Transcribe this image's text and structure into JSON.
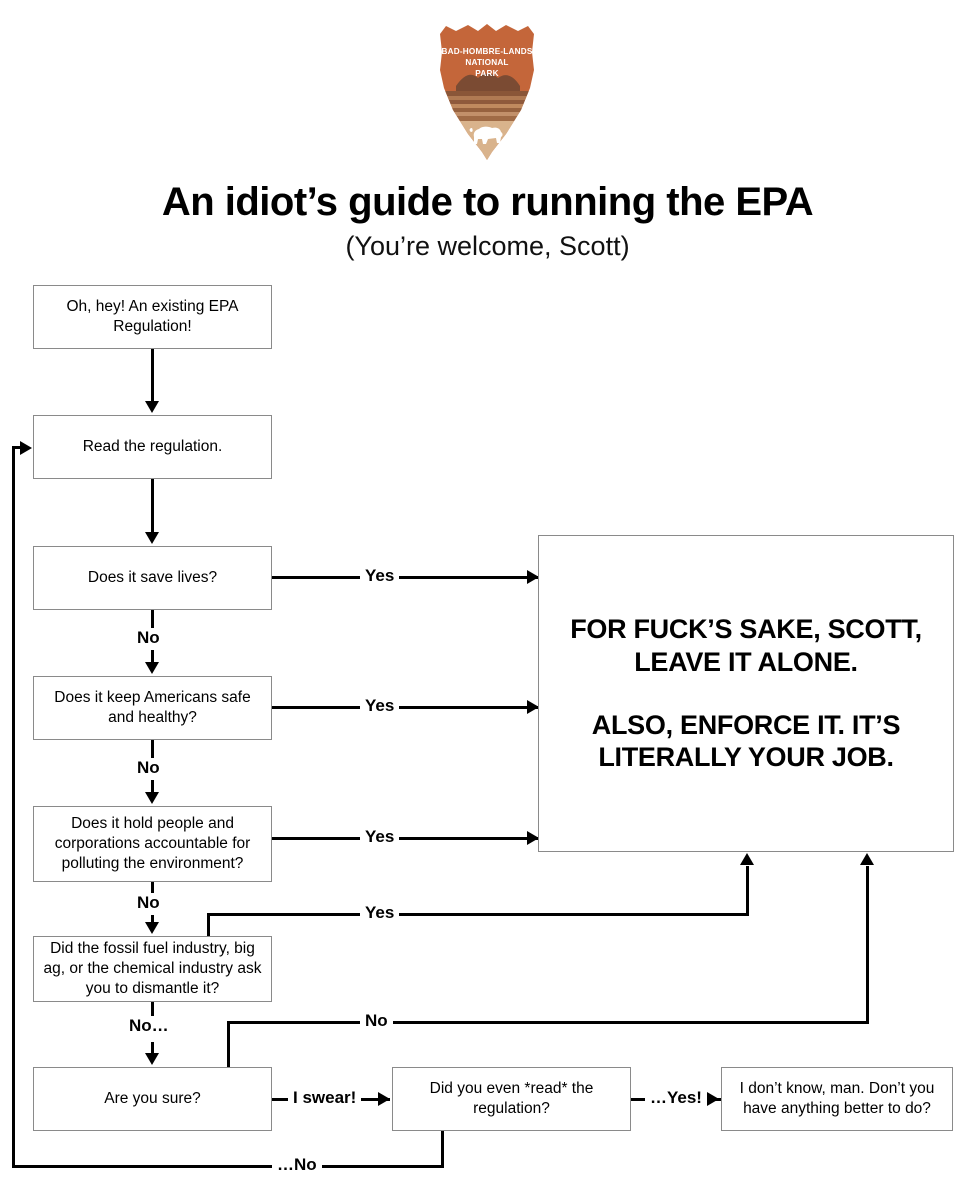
{
  "logo": {
    "name": "national-park-arrowhead-logo",
    "line1": "BAD-HOMBRE-LANDS",
    "line2": "NATIONAL",
    "line3": "PARK",
    "colors": {
      "arrowhead": "#C4663A",
      "mesa_dark": "#7B4B33",
      "stratum_a": "#9A6445",
      "stratum_b": "#B98A63",
      "stratum_c": "#C98B5E",
      "sand": "#D9B38C",
      "bison": "#FFFFFF",
      "text": "#FFFFFF"
    },
    "bison_icon": "bison-icon"
  },
  "header": {
    "title": "An idiot’s guide to running the EPA",
    "subtitle": "(You’re welcome, Scott)"
  },
  "flow": {
    "nodes": [
      {
        "id": "start",
        "text": "Oh, hey! An existing EPA Regulation!"
      },
      {
        "id": "read",
        "text": "Read the regulation."
      },
      {
        "id": "save_lives",
        "text": "Does it save lives?"
      },
      {
        "id": "safe_healthy",
        "text": "Does it keep Americans safe and healthy?"
      },
      {
        "id": "accountable",
        "text": "Does it hold people and corporations accountable for polluting the environment?"
      },
      {
        "id": "lobby",
        "text": "Did the fossil fuel industry, big ag, or the chemical industry ask you to dismantle it?"
      },
      {
        "id": "sure",
        "text": "Are you sure?"
      },
      {
        "id": "did_read",
        "text": "Did you even *read* the regulation?"
      },
      {
        "id": "dunno",
        "text": "I don’t know, man. Don’t you have anything better to do?"
      },
      {
        "id": "result",
        "text": "FOR FUCK’S SAKE, SCOTT, LEAVE IT ALONE.\n\nALSO, ENFORCE IT. IT’S LITERALLY YOUR JOB."
      }
    ],
    "result_lines": {
      "line1": "FOR FUCK’S SAKE, SCOTT,",
      "line2": "LEAVE IT ALONE.",
      "line3": "ALSO, ENFORCE IT. IT’S",
      "line4": "LITERALLY YOUR JOB."
    },
    "edges": [
      {
        "id": "e_save_lives_yes",
        "from": "save_lives",
        "to": "result",
        "label": "Yes"
      },
      {
        "id": "e_save_lives_no",
        "from": "save_lives",
        "to": "safe_healthy",
        "label": "No"
      },
      {
        "id": "e_safe_yes",
        "from": "safe_healthy",
        "to": "result",
        "label": "Yes"
      },
      {
        "id": "e_safe_no",
        "from": "safe_healthy",
        "to": "accountable",
        "label": "No"
      },
      {
        "id": "e_account_yes",
        "from": "accountable",
        "to": "result",
        "label": "Yes"
      },
      {
        "id": "e_account_no",
        "from": "accountable",
        "to": "lobby",
        "label": "No"
      },
      {
        "id": "e_lobby_yes",
        "from": "lobby",
        "to": "result",
        "label": "Yes"
      },
      {
        "id": "e_lobby_no",
        "from": "lobby",
        "to": "sure",
        "label": "No…"
      },
      {
        "id": "e_sure_no",
        "from": "sure",
        "to": "result",
        "label": "No"
      },
      {
        "id": "e_sure_swear",
        "from": "sure",
        "to": "did_read",
        "label": "I swear!"
      },
      {
        "id": "e_didread_yes",
        "from": "did_read",
        "to": "dunno",
        "label": "…Yes!"
      },
      {
        "id": "e_didread_no",
        "from": "did_read",
        "to": "read",
        "label": "…No"
      }
    ]
  },
  "colors": {
    "background": "#FFFFFF",
    "node_border": "#8A8A8A",
    "connector": "#000000",
    "text": "#000000"
  }
}
